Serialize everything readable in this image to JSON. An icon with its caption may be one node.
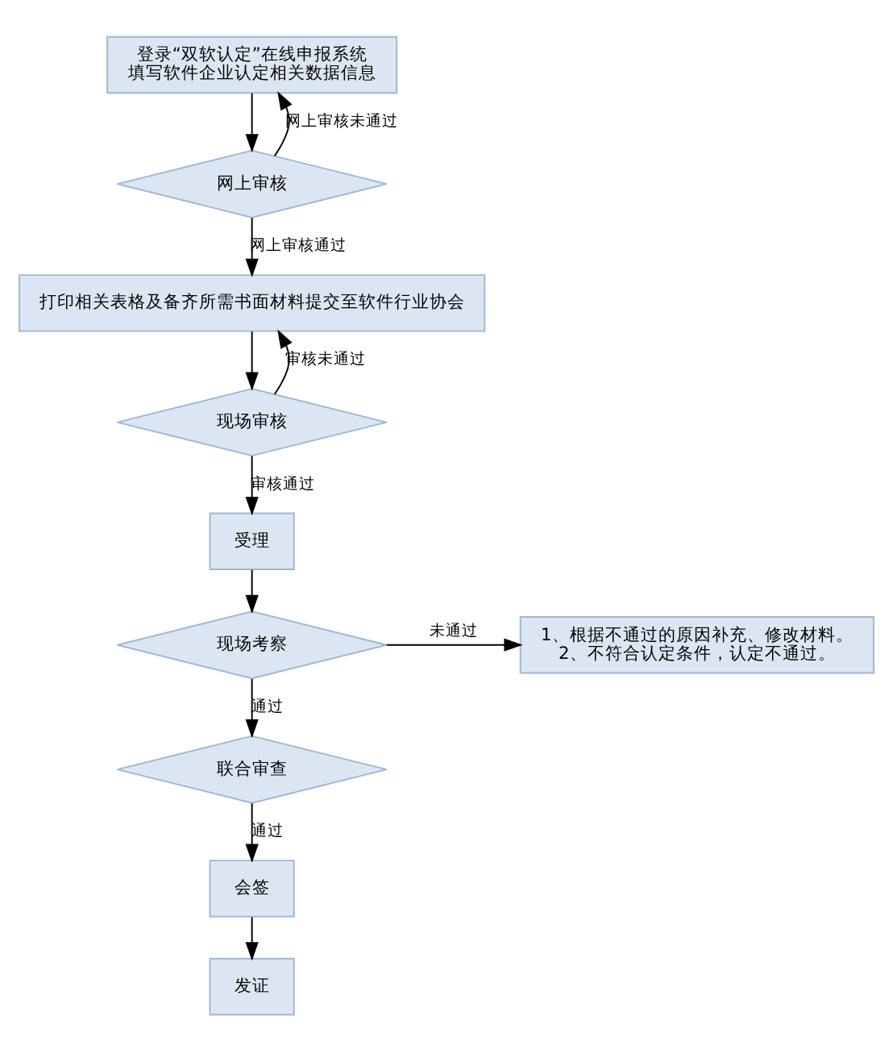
{
  "diagram": {
    "nodes": [
      {
        "text": [
          "登录“双软认定”在线申报系统",
          "填写软件企业认定相关数据信息"
        ]
      },
      {
        "text": [
          "网上审核"
        ]
      },
      {
        "text": [
          "打印相关表格及备齐所需书面材料提交至软件行业协会"
        ]
      },
      {
        "text": [
          "现场审核"
        ]
      },
      {
        "text": [
          "受理"
        ]
      },
      {
        "text": [
          "现场考察"
        ]
      },
      {
        "text": [
          "1、根据不通过的原因补充、修改材料。",
          "2、不符合认定条件，认定不通过。"
        ]
      },
      {
        "text": [
          "联合审查"
        ]
      },
      {
        "text": [
          "会签"
        ]
      },
      {
        "text": [
          "发证"
        ]
      }
    ],
    "edges": [
      {
        "from": 0,
        "to": 1,
        "arrow": "to"
      },
      {
        "from": 1,
        "to": 0,
        "arrow": "to",
        "label": "网上审核未通过"
      },
      {
        "from": 1,
        "to": 2,
        "arrow": "to",
        "label": "网上审核通过"
      },
      {
        "from": 2,
        "to": 3,
        "arrow": "to"
      },
      {
        "from": 3,
        "to": 2,
        "arrow": "to",
        "label": "审核未通过"
      },
      {
        "from": 3,
        "to": 4,
        "arrow": "to",
        "label": "审核通过"
      },
      {
        "from": 4,
        "to": 5,
        "arrow": "to"
      },
      {
        "from": 5,
        "to": 6,
        "arrow": "to",
        "label": "未通过"
      },
      {
        "from": 5,
        "to": 7,
        "arrow": "to",
        "label": "通过"
      },
      {
        "from": 7,
        "to": 8,
        "arrow": "to",
        "label": "通过"
      },
      {
        "from": 8,
        "to": 9,
        "arrow": "to"
      }
    ]
  }
}
